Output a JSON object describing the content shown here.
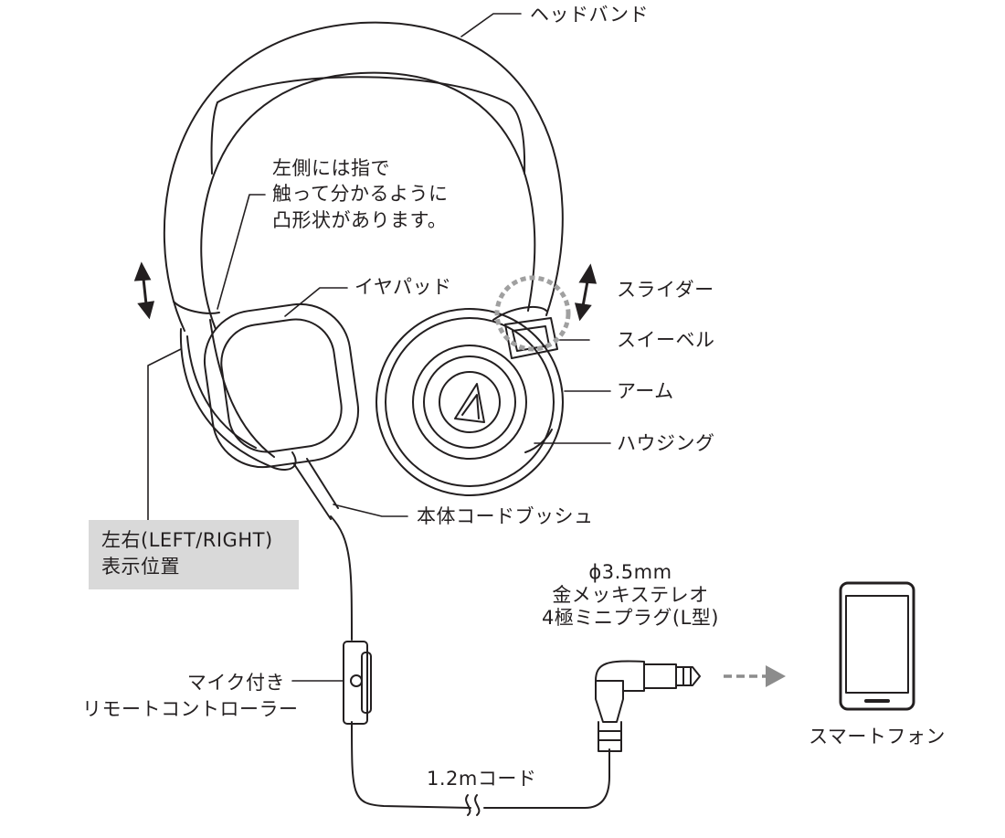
{
  "labels": {
    "headband": "ヘッドバンド",
    "note_line1": "左側には指で",
    "note_line2": "触って分かるように",
    "note_line3": "凸形状があります。",
    "earpad": "イヤパッド",
    "slider": "スライダー",
    "swivel": "スイーベル",
    "arm": "アーム",
    "housing": "ハウジング",
    "bushing": "本体コードブッシュ",
    "lr_line1": "左右(LEFT/RIGHT)",
    "lr_line2": "表示位置",
    "plug_line1": "ϕ3.5mm",
    "plug_line2": "金メッキステレオ",
    "plug_line3": "4極ミニプラグ(L型)",
    "remote_line1": "マイク付き",
    "remote_line2": "リモートコントローラー",
    "cord": "1.2mコード",
    "smartphone": "スマートフォン"
  },
  "colors": {
    "line": "#231f20",
    "highlight_box": "#d9d9d9",
    "dashed_circle": "#a0a0a0",
    "arrow_gray": "#8c8c8c"
  }
}
